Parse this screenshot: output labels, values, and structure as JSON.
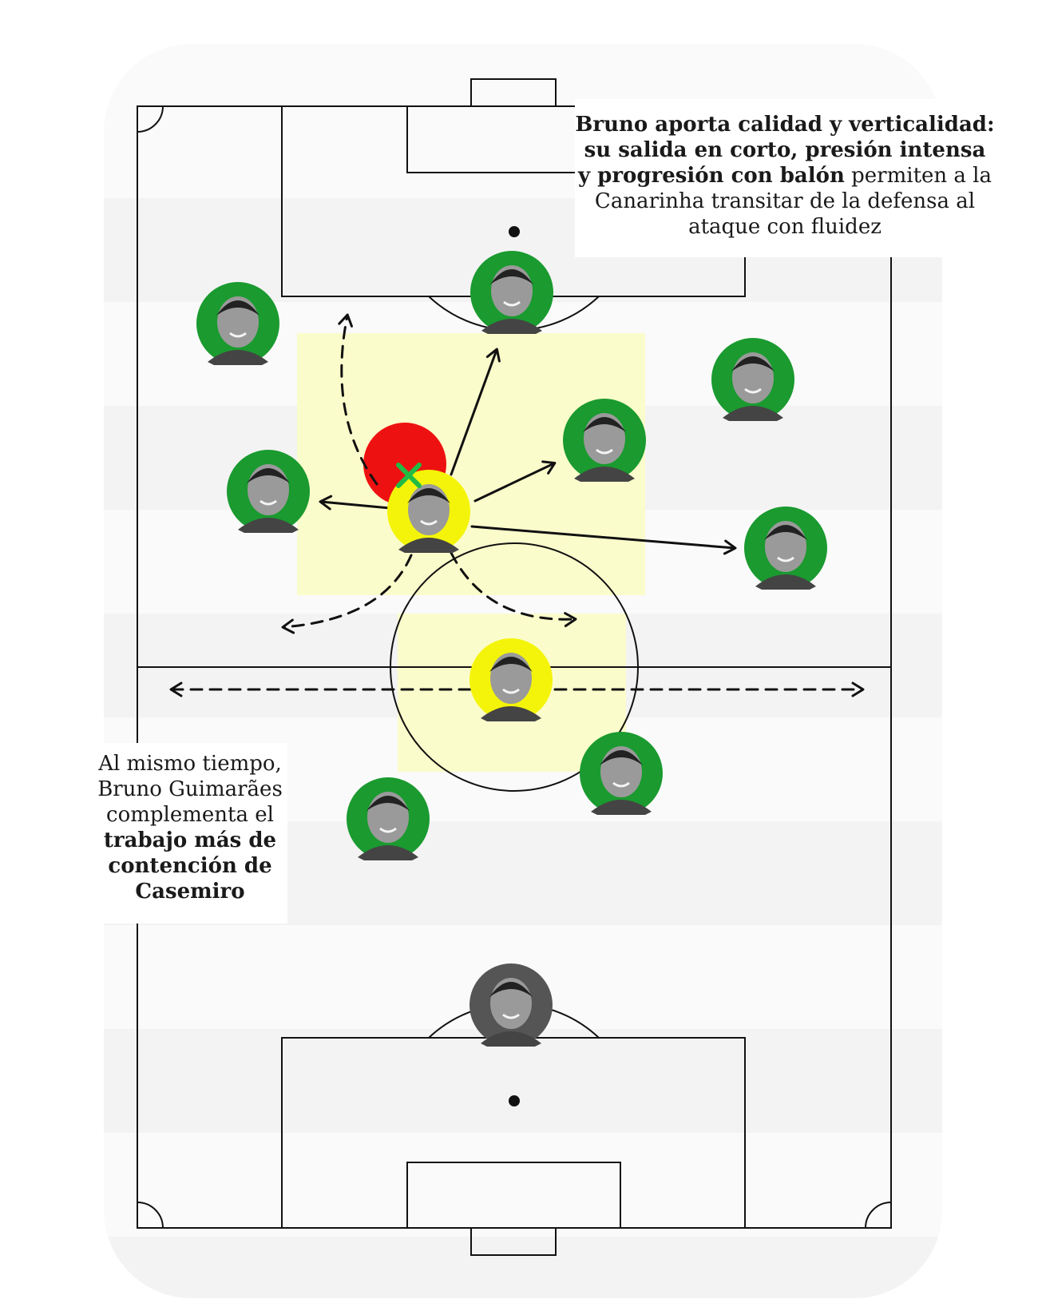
{
  "callouts": {
    "top": {
      "bold_1": "Bruno aporta calidad y verticalidad: su salida en corto, presión intensa y progresión con balón",
      "regular_1": " permiten a la Canarinha transitar de la defensa al ataque con fluidez"
    },
    "left": {
      "regular_1": "Al mismo tiempo, Bruno Guimarães complementa el ",
      "bold_1": "trabajo más de contención de Casemiro"
    }
  },
  "colors": {
    "stripe": "#f4f4f4",
    "highlight": "#fbfccb",
    "player_green": "#1a9a2f",
    "player_yellow": "#f4f40a",
    "goalkeeper_gray": "#555555",
    "pressure_red": "#ee1111",
    "cross_green": "#22bb44",
    "line": "#111111"
  },
  "players": [
    {
      "role": "forward-left",
      "ring": "green"
    },
    {
      "role": "striker",
      "ring": "green"
    },
    {
      "role": "forward-right",
      "ring": "green"
    },
    {
      "role": "midfielder-right",
      "ring": "green"
    },
    {
      "role": "fullback-left",
      "ring": "green"
    },
    {
      "role": "bruno-guimaraes",
      "ring": "yellow"
    },
    {
      "role": "fullback-right",
      "ring": "green"
    },
    {
      "role": "casemiro",
      "ring": "yellow"
    },
    {
      "role": "centre-back-right",
      "ring": "green"
    },
    {
      "role": "centre-back-left",
      "ring": "green"
    },
    {
      "role": "goalkeeper",
      "ring": "gray"
    }
  ]
}
